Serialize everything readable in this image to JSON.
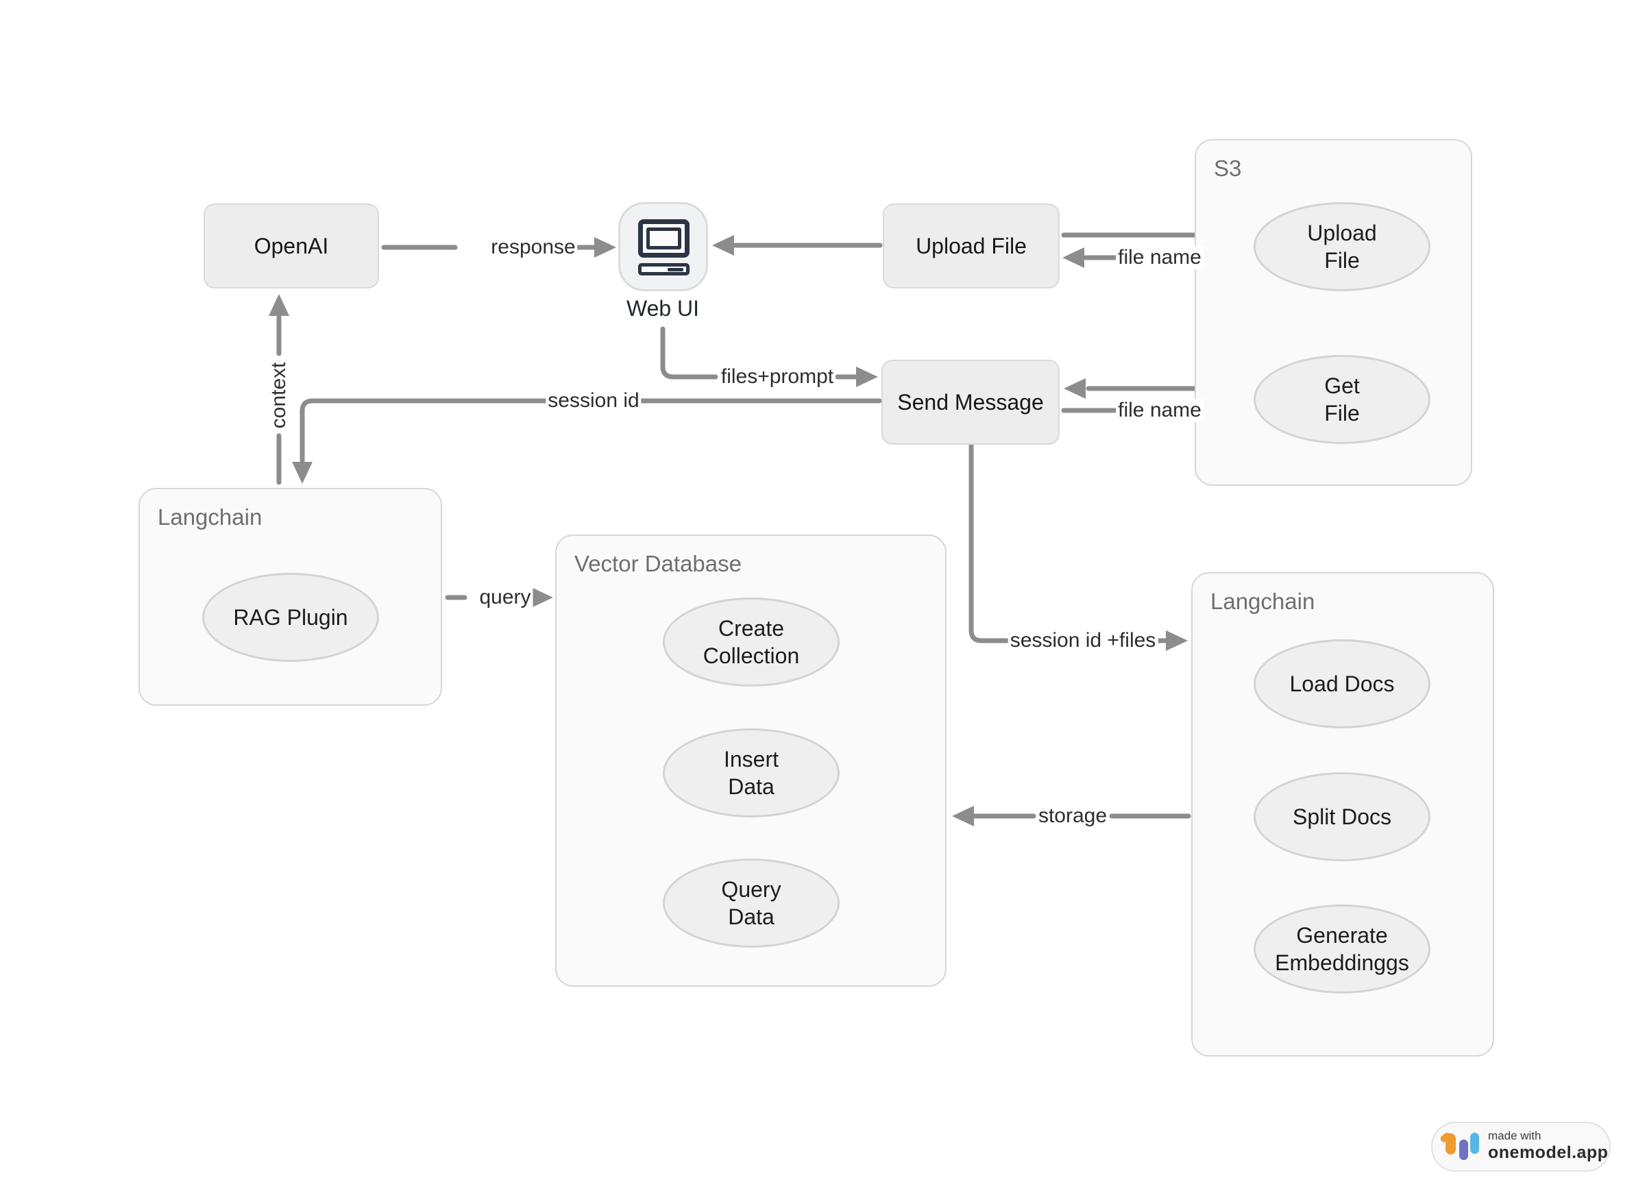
{
  "diagram": {
    "nodes": {
      "openai": {
        "label": "OpenAI"
      },
      "web_ui": {
        "label": "Web UI"
      },
      "upload_file": {
        "label": "Upload File"
      },
      "send_message": {
        "label": "Send Message"
      }
    },
    "containers": {
      "s3": {
        "label": "S3"
      },
      "langchain_left": {
        "label": "Langchain"
      },
      "vector_database": {
        "label": "Vector Database"
      },
      "langchain_right": {
        "label": "Langchain"
      }
    },
    "ellipses": {
      "s3_upload_file": {
        "line1": "Upload",
        "line2": "File"
      },
      "s3_get_file": {
        "line1": "Get",
        "line2": "File"
      },
      "rag_plugin": {
        "line1": "RAG Plugin",
        "line2": ""
      },
      "create_collection": {
        "line1": "Create",
        "line2": "Collection"
      },
      "insert_data": {
        "line1": "Insert",
        "line2": "Data"
      },
      "query_data": {
        "line1": "Query",
        "line2": "Data"
      },
      "load_docs": {
        "line1": "Load Docs",
        "line2": ""
      },
      "split_docs": {
        "line1": "Split Docs",
        "line2": ""
      },
      "generate_embeddings": {
        "line1": "Generate",
        "line2": "Embeddinggs"
      }
    },
    "edges": {
      "response": {
        "label": "response"
      },
      "file_name_upload": {
        "label": "file name"
      },
      "files_prompt": {
        "label": "files+prompt"
      },
      "session_id": {
        "label": "session id"
      },
      "context": {
        "label": "context"
      },
      "query": {
        "label": "query"
      },
      "session_id_files": {
        "label": "session id +files"
      },
      "storage": {
        "label": "storage"
      },
      "file_name_get": {
        "label": "file name"
      }
    }
  },
  "badge": {
    "made_with": "made with",
    "brand": "onemodel.app"
  },
  "colors": {
    "arrow": "#8c8c8c",
    "node_fill": "#ededed",
    "node_border": "#dadada",
    "container_fill": "#fafafa",
    "container_border": "#d6d6d6",
    "ellipse_fill": "#efefef",
    "ellipse_border": "#d3d3d3",
    "icon_dark": "#2b3545",
    "logo_orange": "#ef9b31",
    "logo_purple": "#7173c1",
    "logo_blue": "#55b7e8"
  }
}
